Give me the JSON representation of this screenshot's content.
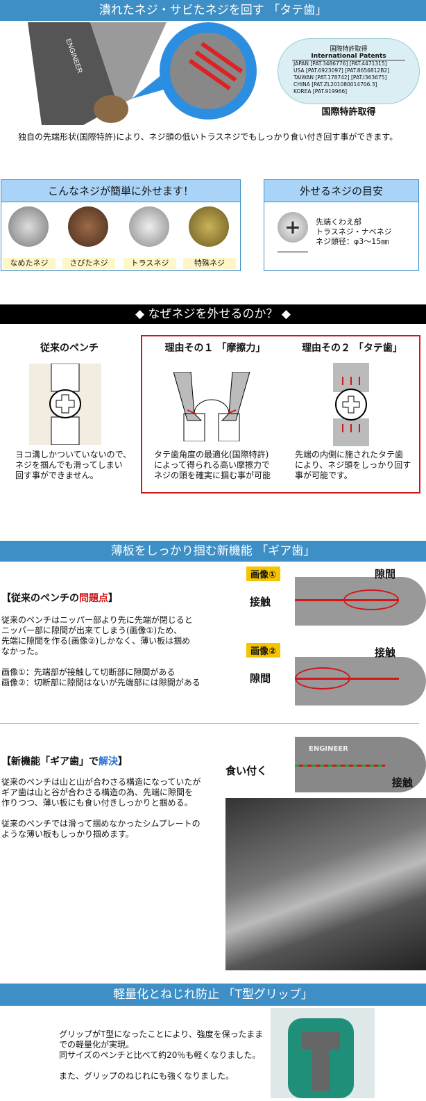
{
  "sec1": {
    "banner": "潰れたネジ・サビたネジを回す 「タテ歯」",
    "pliers_brand": "ENGINEER",
    "patent": {
      "title_jp": "国際特許取得",
      "title_en": "International Patents",
      "lines": [
        "JAPAN [PAT.3486776] [PAT.4471315]",
        "USA [PAT.6923097] [PAT.8656812B2]",
        "TAIWAN [PAT.178742] [PAT.I363675]",
        "CHINA [PAT.ZL201080014706.3]",
        "KOREA [PAT.919966]"
      ],
      "caption": "国際特許取得"
    },
    "caption": "独自の先端形状(国際特許)により、ネジ頭の低いトラスネジでもしっかり食い付き回す事ができます。"
  },
  "easy": {
    "title": "こんなネジが簡単に外せます！",
    "items": [
      "なめたネジ",
      "さびたネジ",
      "トラスネジ",
      "特殊ネジ"
    ]
  },
  "guide": {
    "title": "外せるネジの目安",
    "lines": [
      "先端くわえ部",
      "トラスネジ・ナベネジ",
      "ネジ頭径：φ3～15㎜"
    ]
  },
  "why": {
    "banner": "◆ なぜネジを外せるのか？ ◆",
    "cols": [
      {
        "title": "従来のペンチ",
        "text": [
          "ヨコ溝しかついていないので、",
          "ネジを掴んでも滑ってしまい",
          "回す事ができません。"
        ]
      },
      {
        "title": "理由その１ 「摩擦力」",
        "text": [
          "タテ歯角度の最適化(国際特許)",
          "によって得られる高い摩擦力で",
          "ネジの頭を確実に掴む事が可能"
        ]
      },
      {
        "title": "理由その２ 「タテ歯」",
        "text": [
          "先端の内側に施されたタテ歯",
          "により、ネジ頭をしっかり回す",
          "事が可能です。"
        ]
      }
    ]
  },
  "gear": {
    "banner": "薄板をしっかり掴む新機能 「ギア歯」",
    "problem_title_a": "【従来のペンチの",
    "problem_title_b": "問題点",
    "problem_title_c": "】",
    "problem_text": [
      "従来のペンチはニッパー部より先に先端が閉じると",
      "ニッパー部に隙間が出来てしまう(画像①)ため、",
      "先端に隙間を作る(画像②)しかなく、薄い板は掴め",
      "なかった。"
    ],
    "problem_notes": [
      "画像①：先端部が接触して切断部に隙間がある",
      "画像②：切断部に隙間はないが先端部には隙間がある"
    ],
    "img1": {
      "tag": "画像①",
      "left": "接触",
      "right": "隙間"
    },
    "img2": {
      "tag": "画像②",
      "left": "隙間",
      "right": "接触"
    },
    "solve_title_a": "【新機能「ギア歯」で",
    "solve_title_b": "解決",
    "solve_title_c": "】",
    "solve_text": [
      "従来のペンチは山と山が合わさる構造になっていたが",
      "ギア歯は山と谷が合わさる構造の為、先端に隙間を",
      "作りつつ、薄い板にも食い付きしっかりと掴める。"
    ],
    "solve_text2": [
      "従来のペンチでは滑って掴めなかったシムプレートの",
      "ような薄い板もしっかり掴めます。"
    ],
    "img3": {
      "left": "食い付く",
      "right": "接触",
      "brand": "ENGINEER"
    }
  },
  "grip": {
    "banner": "軽量化とねじれ防止 「T型グリップ」",
    "text": [
      "グリップがT型になったことにより、強度を保ったまま",
      "での軽量化が実現。",
      "同サイズのペンチと比べて約20％も軽くなりました。"
    ],
    "text2": "また、グリップのねじれにも強くなりました。"
  }
}
